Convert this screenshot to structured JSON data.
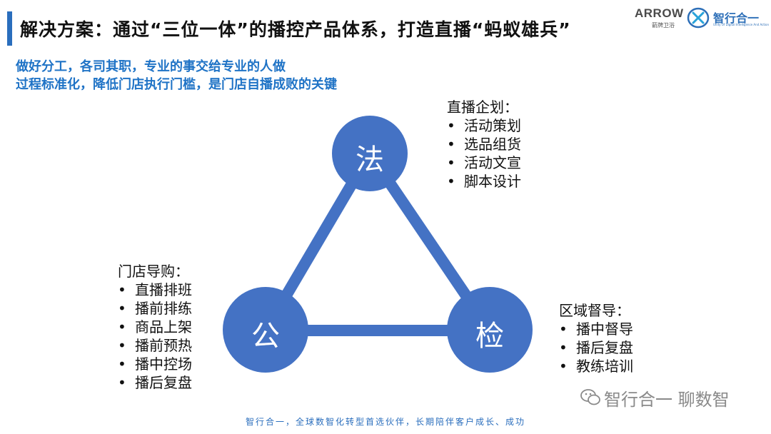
{
  "header": {
    "title": "解决方案：通过“三位一体”的播控产品体系，打造直播“蚂蚁雄兵”",
    "logos": {
      "arrow": "ARROW",
      "arrow_sub": "箭牌卫浴",
      "zxhy": "智行合一",
      "zxhy_sub": "Unity Of Digital Intelligence And Action"
    }
  },
  "subtitle": {
    "line1": "做好分工，各司其职，专业的事交给专业的人做",
    "line2": "过程标准化，降低门店执行门槛，是门店自播成败的关键"
  },
  "diagram": {
    "nodes": {
      "top": "法",
      "left": "公",
      "right": "检"
    },
    "colors": {
      "circle": "#4472c4",
      "line": "#4472c4"
    }
  },
  "blocks": {
    "planning": {
      "heading": "直播企划：",
      "items": [
        "活动策划",
        "选品组货",
        "活动文宣",
        "脚本设计"
      ]
    },
    "store": {
      "heading": "门店导购：",
      "items": [
        "直播排班",
        "播前排练",
        "商品上架",
        "播前预热",
        "播中控场",
        "播后复盘"
      ]
    },
    "region": {
      "heading": "区域督导：",
      "items": [
        "播中督导",
        "播后复盘",
        "教练培训"
      ]
    },
    "bullet": "•"
  },
  "footer": {
    "text": "智行合一，全球数智化转型首选伙伴，长期陪伴客户成长、成功"
  },
  "watermark": {
    "text": "智行合一 聊数智",
    "icon": "wechat-icon"
  }
}
